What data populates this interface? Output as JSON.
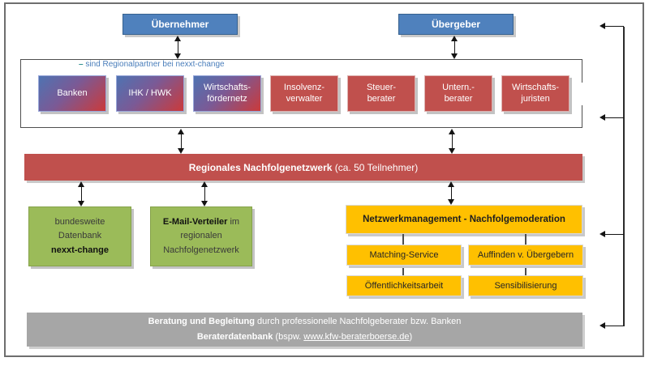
{
  "top": {
    "uebernehmer": "Übernehmer",
    "uebergeber": "Übergeber"
  },
  "partners": {
    "legend_symbol": "–",
    "legend_text": "sind Regionalpartner bei nexxt-change",
    "boxes": [
      {
        "label": "Banken"
      },
      {
        "label": "IHK / HWK"
      },
      {
        "label": "Wirtschafts-\nfördernetz"
      },
      {
        "label": "Insolvenz-\nverwalter"
      },
      {
        "label": "Steuer-\nberater"
      },
      {
        "label": "Untern.-\nberater"
      },
      {
        "label": "Wirtschafts-\njuristen"
      }
    ]
  },
  "network_banner": {
    "bold": "Regionales Nachfolgenetzwerk",
    "rest": " (ca. 50 Teilnehmer)"
  },
  "database_box": {
    "line1": "bundesweite",
    "line2": "Datenbank",
    "line3_bold": "nexxt-change"
  },
  "email_box": {
    "line1_bold": "E-Mail-Verteiler",
    "line1_rest": " im",
    "line2": "regionalen",
    "line3": "Nachfolgenetzwerk"
  },
  "management": {
    "title": "Netzwerkmanagement - Nachfolgemoderation",
    "items": [
      "Matching-Service",
      "Auffinden v. Übergebern",
      "Öffentlichkeitsarbeit",
      "Sensibilisierung"
    ]
  },
  "advice_banner": {
    "line1_bold": "Beratung und Begleitung",
    "line1_rest": " durch professionelle Nachfolgeberater bzw. Banken",
    "line2_bold": "Beraterdatenbank",
    "line2_pre": " (bspw. ",
    "line2_link": "www.kfw-beraterboerse.de",
    "line2_post": ")"
  },
  "colors": {
    "blue": "#4F81BD",
    "red": "#C0504D",
    "green": "#9BBB59",
    "yellow": "#FFC000",
    "gray": "#A6A6A6"
  }
}
